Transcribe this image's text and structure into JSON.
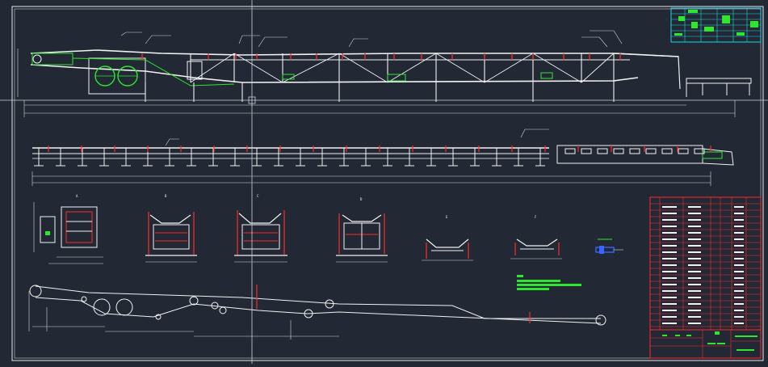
{
  "colors": {
    "background": "#222834",
    "frame": "#e8e8e8",
    "structure": "#f2f2f2",
    "dimension": "#d8d8d8",
    "accent_red": "#ff2a2a",
    "accent_green": "#2ee62e",
    "accent_cyan": "#18d8e8",
    "accent_blue": "#3a64ff",
    "crosshair": "#cfd2d8"
  },
  "section_markers": [
    "A",
    "B",
    "C",
    "D",
    "E",
    "F"
  ],
  "icons": {
    "crosshair": "crosshair-cursor-icon",
    "legend": "green-legend-icon"
  }
}
